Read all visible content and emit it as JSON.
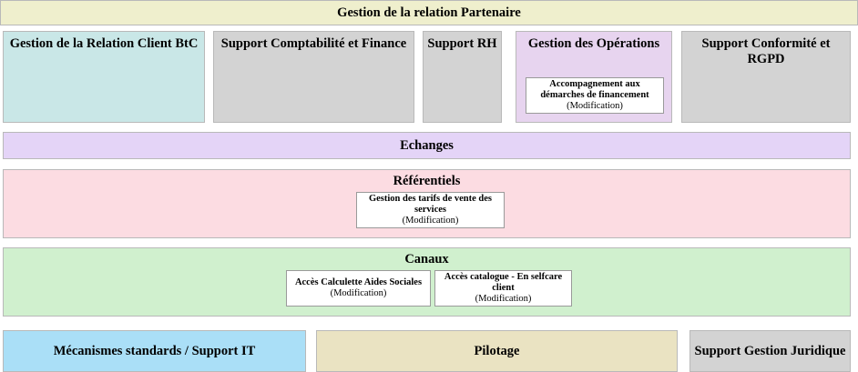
{
  "diagram": {
    "banner": {
      "label": "Gestion de la relation Partenaire",
      "color": "#efefcd"
    },
    "row_domains": [
      {
        "label": "Gestion de la Relation Client BtC",
        "color": "#c9e7e7"
      },
      {
        "label": "Support Comptabilité et Finance",
        "color": "#d3d3d3"
      },
      {
        "label": "Support RH",
        "color": "#d3d3d3"
      },
      {
        "label": "Gestion des Opérations",
        "color": "#e7d4ef"
      },
      {
        "label": "Support Conformité et RGPD",
        "color": "#d3d3d3"
      }
    ],
    "bands": [
      {
        "label": "Echanges",
        "color": "#e4d4f7"
      },
      {
        "label": "Référentiels",
        "color": "#fcdce2"
      },
      {
        "label": "Canaux",
        "color": "#d0f0ce"
      }
    ],
    "footer_blocks": [
      {
        "label": "Mécanismes standards / Support IT",
        "color": "#aadff7"
      },
      {
        "label": "Pilotage",
        "color": "#eae3c2"
      },
      {
        "label": "Support Gestion Juridique",
        "color": "#d3d3d3"
      }
    ],
    "cards": [
      {
        "title": "Accompagnement aux démarches de financement",
        "state": "(Modification)"
      },
      {
        "title": "Gestion des tarifs de vente des services",
        "state": "(Modification)"
      },
      {
        "title": "Accès Calculette Aides Sociales",
        "state": "(Modification)"
      },
      {
        "title": "Accès catalogue - En selfcare client",
        "state": "(Modification)"
      }
    ]
  }
}
